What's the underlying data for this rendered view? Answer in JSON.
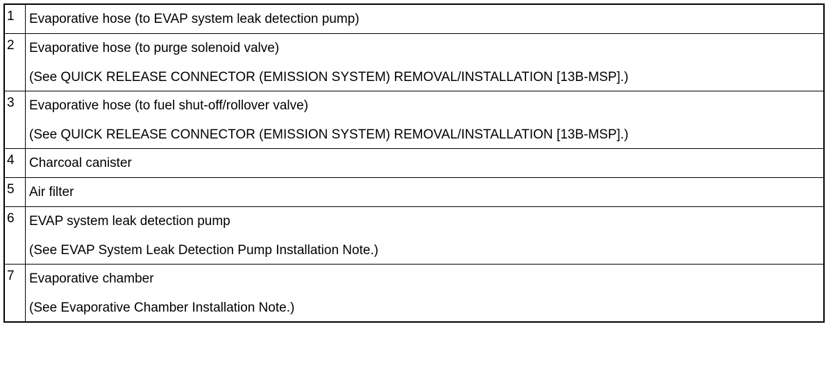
{
  "parts": [
    {
      "number": "1",
      "name": "Evaporative hose (to EVAP system leak detection pump)",
      "note": ""
    },
    {
      "number": "2",
      "name": "Evaporative hose (to purge solenoid valve)",
      "note": "(See QUICK RELEASE CONNECTOR (EMISSION SYSTEM) REMOVAL/INSTALLATION [13B-MSP].)"
    },
    {
      "number": "3",
      "name": "Evaporative hose (to fuel shut-off/rollover valve)",
      "note": "(See QUICK RELEASE CONNECTOR (EMISSION SYSTEM) REMOVAL/INSTALLATION [13B-MSP].)"
    },
    {
      "number": "4",
      "name": "Charcoal canister",
      "note": ""
    },
    {
      "number": "5",
      "name": "Air filter",
      "note": ""
    },
    {
      "number": "6",
      "name": "EVAP system leak detection pump",
      "note": "(See EVAP System Leak Detection Pump Installation Note.)"
    },
    {
      "number": "7",
      "name": "Evaporative chamber",
      "note": "(See Evaporative Chamber Installation Note.)"
    }
  ]
}
